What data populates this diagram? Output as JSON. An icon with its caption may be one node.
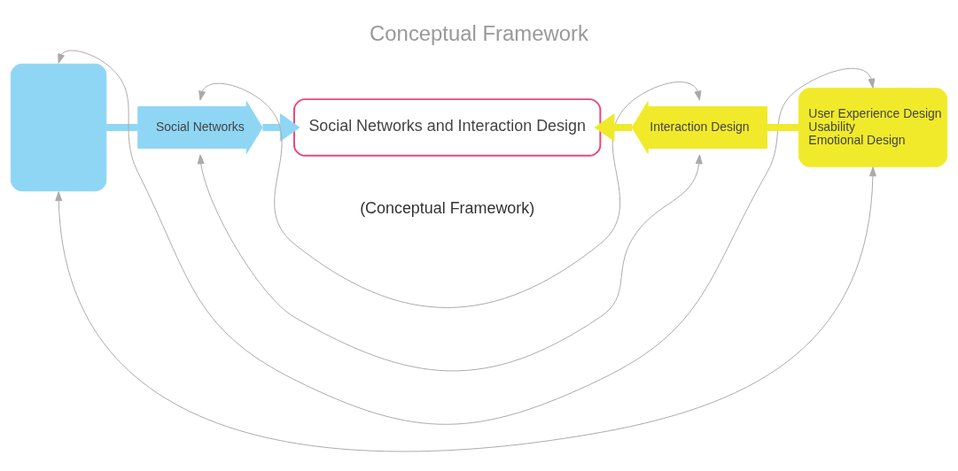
{
  "diagram": {
    "title": "Conceptual Framework",
    "caption": "(Conceptual Framework)",
    "nodes": [
      {
        "text": [],
        "shape": "box"
      },
      {
        "text": [
          "Social Networks"
        ]
      },
      {
        "text": [
          "Social Networks and Interaction Design"
        ]
      },
      {
        "text": [
          "Interaction Design"
        ]
      },
      {
        "text": [
          "User Experience Design",
          "Usability",
          "Emotional Design"
        ]
      }
    ],
    "edges": [
      {
        "from": 0,
        "to": 1,
        "arrow": "none",
        "style": "thick",
        "color": "#8fd6f5"
      },
      {
        "from": 1,
        "to": 2,
        "arrow": "to",
        "style": "thick",
        "color": "#8fd6f5"
      },
      {
        "from": 3,
        "to": 2,
        "arrow": "to",
        "style": "thick",
        "color": "#f0ea2a"
      },
      {
        "from": 4,
        "to": 3,
        "arrow": "none",
        "style": "thick",
        "color": "#f0ea2a"
      },
      {
        "from": 0,
        "to": 4,
        "arrow": "both"
      },
      {
        "from": 0,
        "to": 4,
        "arrow": "both"
      },
      {
        "from": 1,
        "to": 3,
        "arrow": "both"
      },
      {
        "from": 1,
        "to": 3,
        "arrow": "both"
      }
    ]
  }
}
